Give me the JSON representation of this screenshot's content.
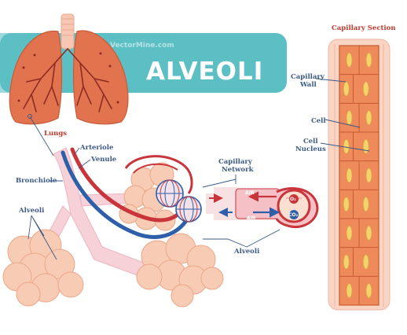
{
  "title": "ALVEOLI",
  "labels": {
    "lungs": "Lungs",
    "arteriole": "Arteriole",
    "venule": "Venule",
    "bronchiole": "Bronchiole",
    "alveoli_left": "Alveoli",
    "capillary_network_line1": "Capillary",
    "capillary_network_line2": "Network",
    "alveoli_right": "Alveoli",
    "capillary_section": "Capillary Section",
    "capillary_wall_line1": "Capillary",
    "capillary_wall_line2": "Wall",
    "cell": "Cell",
    "cell_nucleus_line1": "Cell",
    "cell_nucleus_line2": "Nucleus"
  },
  "exchange": {
    "air_top": "AIR",
    "air_bottom": "AIR",
    "o2": "O₂",
    "co2": "CO₂"
  },
  "watermark": "VectorMine.com",
  "colors": {
    "teal_banner": "#5bbfc4",
    "label_blue": "#3b5a87",
    "title_red": "#c0392b",
    "lung_fill": "#e2734f",
    "artery_red": "#c8363c",
    "vein_blue": "#2f5fa8",
    "alveolus_peach": "#f8cbb4",
    "bronchiole_pink": "#f6d2d8",
    "capillary_orange": "#ef8a5a",
    "nucleus_yellow": "#f4d36a"
  }
}
